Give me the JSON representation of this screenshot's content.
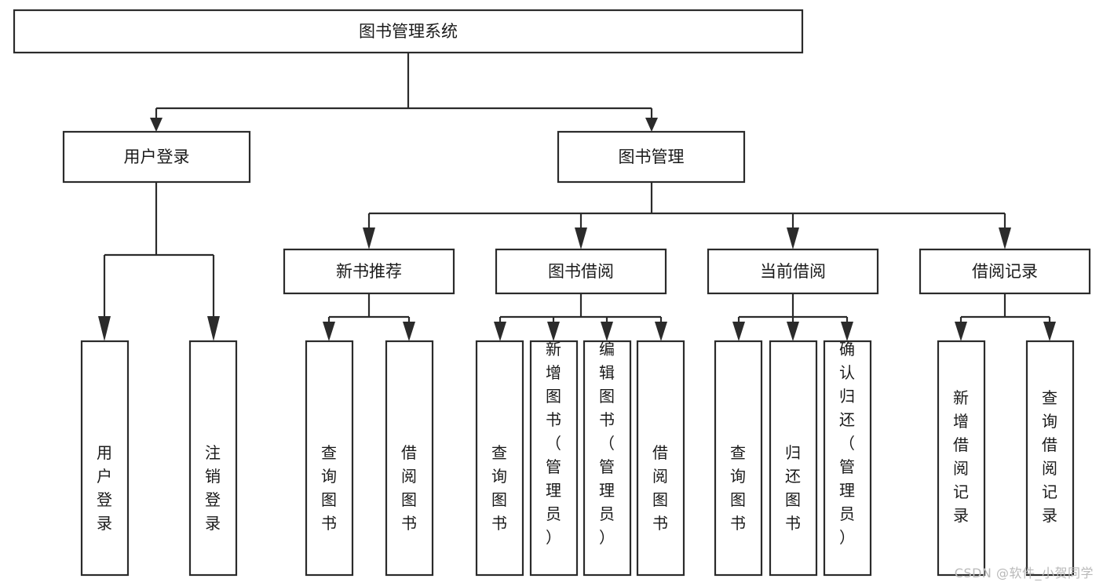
{
  "diagram": {
    "type": "tree",
    "title": "图书管理系统",
    "orientation": "top-down",
    "watermark": "CSDN @软件_小贺同学",
    "colors": {
      "background": "#ffffff",
      "box_stroke": "#2b2b2b",
      "box_fill": "#ffffff",
      "text": "#1a1a1a",
      "watermark": "#b9b9b9"
    },
    "nodes": {
      "root": {
        "label": "图书管理系统"
      },
      "level2": [
        {
          "id": "user-login",
          "label": "用户登录"
        },
        {
          "id": "book-management",
          "label": "图书管理"
        }
      ],
      "level3": [
        {
          "id": "new-book-recommend",
          "label": "新书推荐"
        },
        {
          "id": "book-borrow",
          "label": "图书借阅"
        },
        {
          "id": "current-borrow",
          "label": "当前借阅"
        },
        {
          "id": "borrow-record",
          "label": "借阅记录"
        }
      ],
      "leaves": {
        "user-login": [
          {
            "id": "leaf-user-login",
            "label": "用户登录"
          },
          {
            "id": "leaf-logout",
            "label": "注销登录"
          }
        ],
        "new-book-recommend": [
          {
            "id": "leaf-query-book-1",
            "label": "查询图书"
          },
          {
            "id": "leaf-borrow-book-1",
            "label": "借阅图书"
          }
        ],
        "book-borrow": [
          {
            "id": "leaf-query-book-2",
            "label": "查询图书"
          },
          {
            "id": "leaf-add-book",
            "label": "新增图书（管理员）"
          },
          {
            "id": "leaf-edit-book",
            "label": "编辑图书（管理员）"
          },
          {
            "id": "leaf-borrow-book-2",
            "label": "借阅图书"
          }
        ],
        "current-borrow": [
          {
            "id": "leaf-query-book-3",
            "label": "查询图书"
          },
          {
            "id": "leaf-return-book",
            "label": "归还图书"
          },
          {
            "id": "leaf-confirm-return",
            "label": "确认归还（管理员）"
          }
        ],
        "borrow-record": [
          {
            "id": "leaf-add-record",
            "label": "新增借阅记录"
          },
          {
            "id": "leaf-query-record",
            "label": "查询借阅记录"
          }
        ]
      }
    }
  }
}
